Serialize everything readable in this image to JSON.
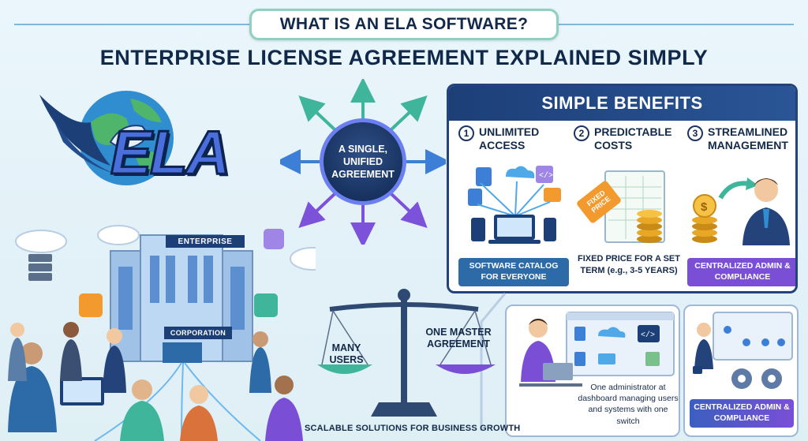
{
  "header": {
    "question": "WHAT IS AN ELA SOFTWARE?",
    "subtitle": "ENTERPRISE LICENSE AGREEMENT EXPLAINED SIMPLY"
  },
  "logo": {
    "text": "ELA"
  },
  "hub": {
    "label": "A SINGLE, UNIFIED AGREEMENT"
  },
  "building": {
    "sign_top": "ENTERPRISE",
    "sign_bottom": "CORPORATION"
  },
  "benefits": {
    "title": "SIMPLE BENEFITS",
    "items": [
      {
        "number": "1",
        "title": "UNLIMITED ACCESS",
        "caption": "SOFTWARE CATALOG FOR EVERYONE"
      },
      {
        "number": "2",
        "title": "PREDICTABLE COSTS",
        "tag": "FIXED PRICE",
        "caption": "FIXED PRICE FOR A SET TERM (e.g., 3-5 YEARS)"
      },
      {
        "number": "3",
        "title": "STREAMLINED MANAGEMENT",
        "caption": "CENTRALIZED ADMIN & COMPLIANCE"
      }
    ]
  },
  "balance": {
    "left": "MANY USERS",
    "right": "ONE MASTER AGREEMENT"
  },
  "admin": {
    "caption": "One administrator at dashboard managing users and systems with one switch",
    "compliance": "CENTRALIZED ADMIN & COMPLIANCE"
  },
  "footer": {
    "caption": "SCALABLE SOLUTIONS FOR BUSINESS GROWTH"
  },
  "colors": {
    "navy": "#1d3f78",
    "teal_banner": "#2d6aa8",
    "purple_banner": "#7a4fd6",
    "arrow_purple": "#7b52d9",
    "arrow_teal": "#3fb59b",
    "arrow_blue": "#3d7fd6"
  }
}
